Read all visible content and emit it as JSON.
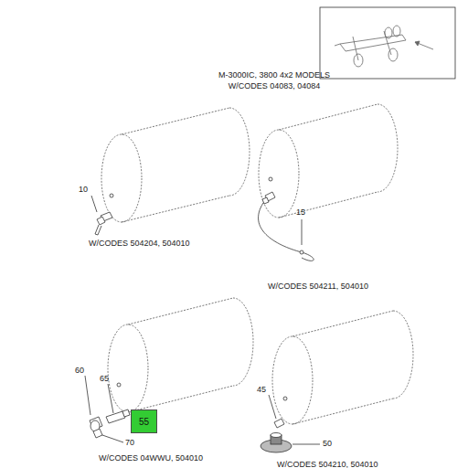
{
  "diagram": {
    "nodes": [
      {
        "text": [
          "55"
        ]
      }
    ],
    "labels": [
      "M-3000IC, 3800 4x2 MODELS",
      "W/CODES 04083, 04084",
      "10",
      "W/CODES 504204, 504010",
      "15",
      "W/CODES 504211, 504010",
      "60",
      "65",
      "70",
      "W/CODES 04WWU, 504010",
      "45",
      "50",
      "W/CODES 504210, 504010"
    ]
  }
}
